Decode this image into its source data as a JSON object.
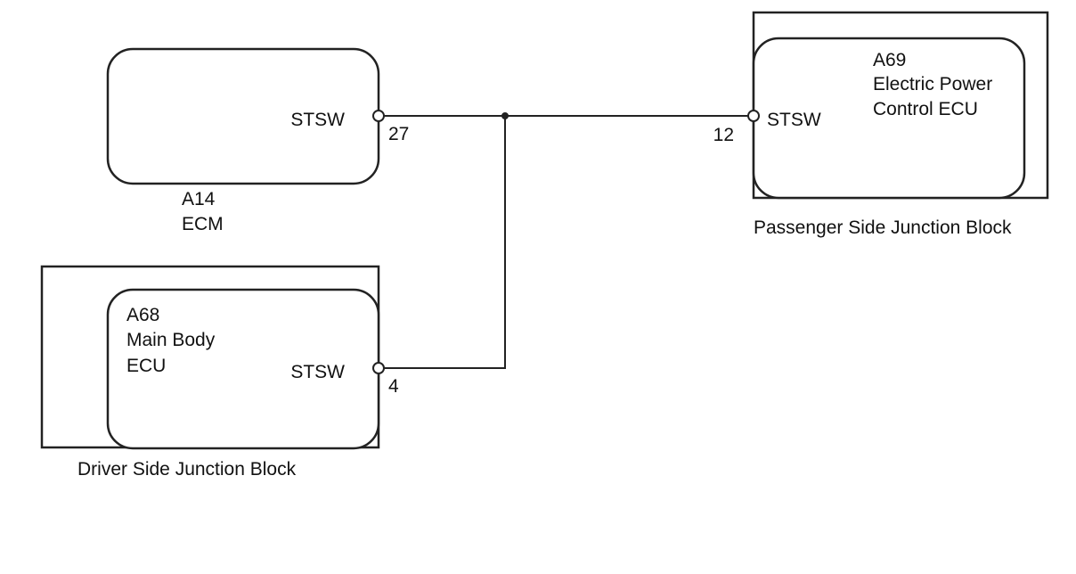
{
  "components": {
    "ecm": {
      "code": "A14",
      "name": "ECM",
      "terminal": "STSW",
      "pin": "27"
    },
    "main_body_ecu": {
      "code": "A68",
      "name_line1": "Main Body",
      "name_line2": "ECU",
      "terminal": "STSW",
      "pin": "4"
    },
    "electric_power_control_ecu": {
      "code": "A69",
      "name_line1": "Electric Power",
      "name_line2": "Control ECU",
      "terminal": "STSW",
      "pin": "12"
    }
  },
  "junction_blocks": {
    "driver": "Driver Side Junction Block",
    "passenger": "Passenger Side Junction Block"
  }
}
